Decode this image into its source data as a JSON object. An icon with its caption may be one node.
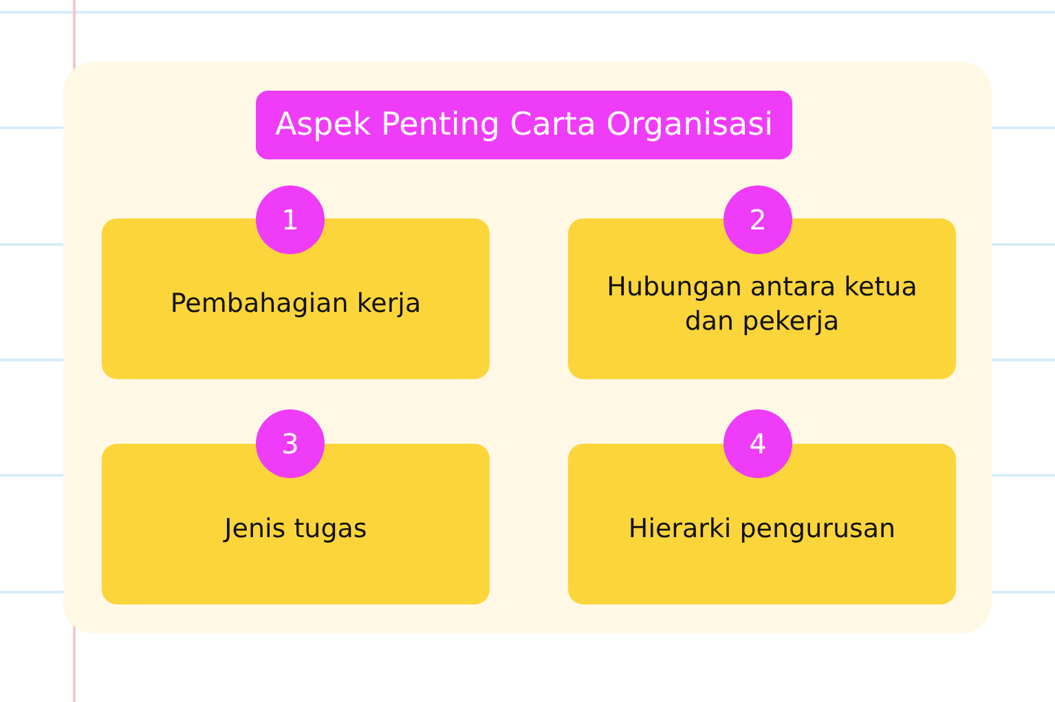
{
  "diagram": {
    "nodes": [
      {
        "text": [],
        "shape": "box"
      },
      {
        "text": [
          "Aspek Penting Carta Organisasi"
        ],
        "in": 0
      },
      {
        "text": [
          "1"
        ],
        "in": 0
      },
      {
        "text": [
          "Pembahagian kerja"
        ],
        "in": 0
      },
      {
        "text": [
          "2"
        ],
        "in": 0
      },
      {
        "text": [
          "Hubungan antara ketua dan pekerja"
        ],
        "in": 0
      },
      {
        "text": [
          "3"
        ],
        "in": 0
      },
      {
        "text": [
          "Jenis tugas"
        ],
        "in": 0
      },
      {
        "text": [
          "4"
        ],
        "in": 0
      },
      {
        "text": [
          "Hierarki pengurusan"
        ],
        "in": 0
      }
    ]
  }
}
